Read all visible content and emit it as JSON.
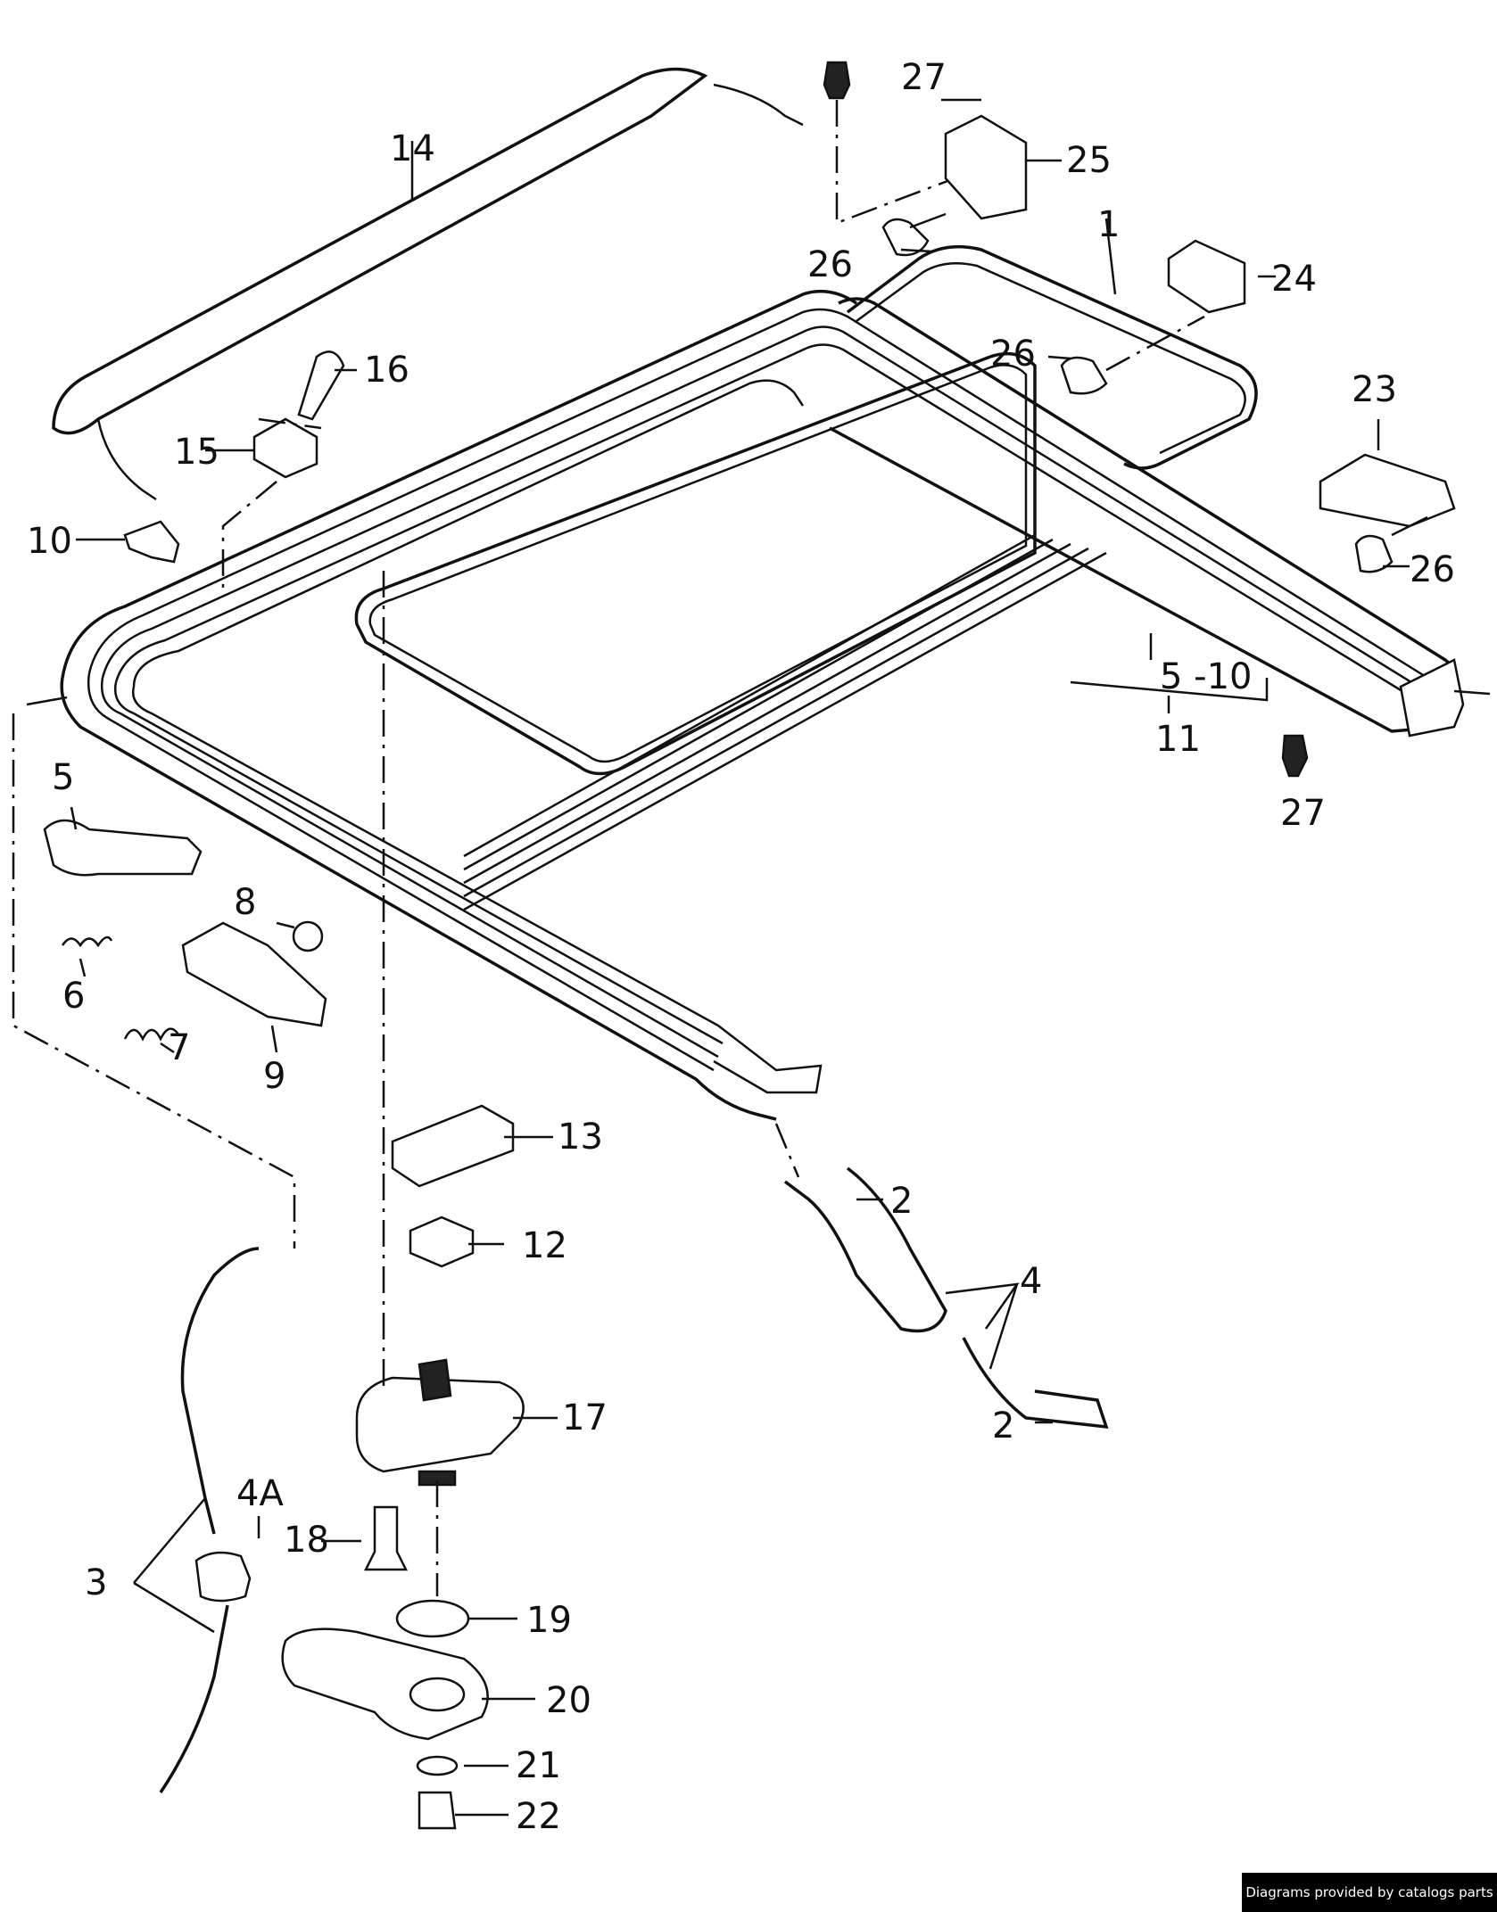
{
  "labels": {
    "l1": "1",
    "l2a": "2",
    "l2b": "2",
    "l3": "3",
    "l4": "4",
    "l4a": "4A",
    "l5": "5",
    "l6": "6",
    "l7": "7",
    "l8": "8",
    "l9": "9",
    "l10": "10",
    "l11": "11",
    "l12": "12",
    "l13": "13",
    "l14": "14",
    "l15": "15",
    "l16": "16",
    "l17": "17",
    "l18": "18",
    "l19": "19",
    "l20": "20",
    "l21": "21",
    "l22": "22",
    "l23": "23",
    "l24": "24",
    "l25": "25",
    "l26a": "26",
    "l26b": "26",
    "l26c": "26",
    "l27a": "27",
    "l27b": "27",
    "l5to10": "5 -10"
  },
  "credit": "Diagrams provided by catalogs parts"
}
